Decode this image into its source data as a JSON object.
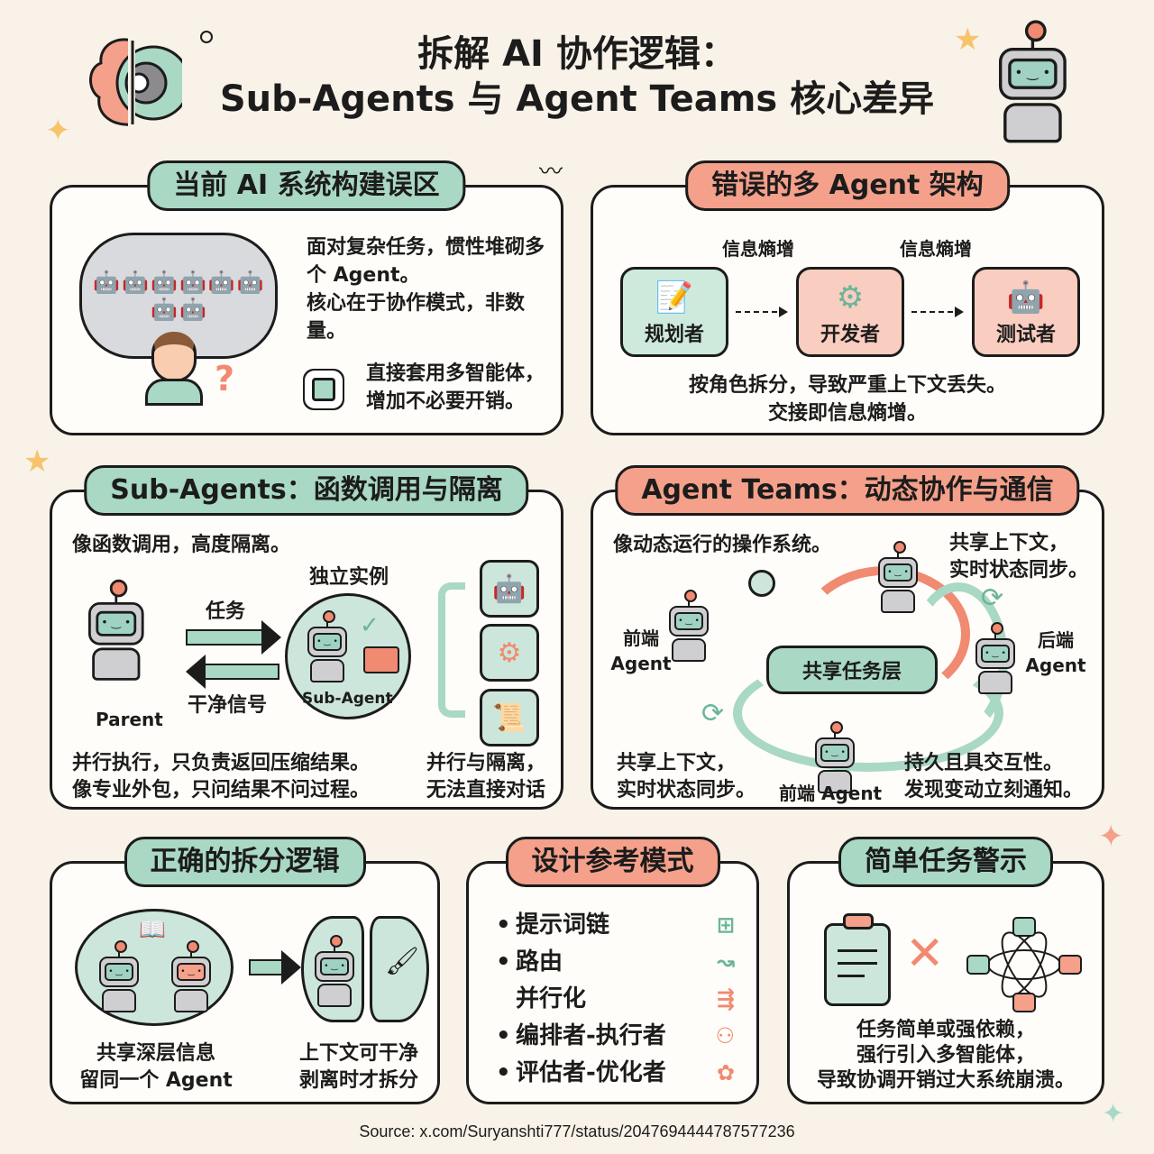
{
  "header": {
    "title_line1": "拆解 AI 协作逻辑：",
    "title_line2": "Sub-Agents 与 Agent Teams 核心差异"
  },
  "decorations": {
    "top_left_icon": "brain-gear-icon",
    "top_right_icon": "robot-icon",
    "colors": {
      "background": "#f8f2e8",
      "green": "#a9d8c4",
      "red": "#f4a08a",
      "star": "#f7c46c"
    }
  },
  "panel_misconception": {
    "title": "当前 AI 系统构建误区",
    "text1": "面对复杂任务，惯性堆砌多个 Agent。",
    "text2": "核心在于协作模式，非数量。",
    "text3": "直接套用多智能体，增加不必要开销。",
    "icon": "chip-icon"
  },
  "panel_wrong_arch": {
    "title": "错误的多 Agent 架构",
    "roles": [
      {
        "label": "规划者",
        "icon": "clipboard-pencil-icon"
      },
      {
        "label": "开发者",
        "icon": "gear-icon"
      },
      {
        "label": "测试者",
        "icon": "robot-icon"
      }
    ],
    "cloud_label": "信息熵增",
    "caption_line1": "按角色拆分，导致严重上下文丢失。",
    "caption_line2": "交接即信息熵增。"
  },
  "panel_subagents": {
    "title": "Sub-Agents：函数调用与隔离",
    "intro": "像函数调用，高度隔离。",
    "parent_label": "Parent",
    "task_label": "任务",
    "signal_label": "干净信号",
    "instance_label": "独立实例",
    "subagent_label": "Sub-Agent",
    "side_icons": [
      "robot-icon",
      "gear-icon",
      "scroll-icon"
    ],
    "caption_left_line1": "并行执行，只负责返回压缩结果。",
    "caption_left_line2": "像专业外包，只问结果不问过程。",
    "caption_right_line1": "并行与隔离，",
    "caption_right_line2": "无法直接对话"
  },
  "panel_teams": {
    "title": "Agent Teams：动态协作与通信",
    "intro": "像动态运行的操作系统。",
    "top_right_line1": "共享上下文，",
    "top_right_line2": "实时状态同步。",
    "layer_label": "共享任务层",
    "left_agent_line1": "前端",
    "left_agent_line2": "Agent",
    "right_agent_line1": "后端",
    "right_agent_line2": "Agent",
    "bottom_agent": "前端 Agent",
    "bottom_left_line1": "共享上下文，",
    "bottom_left_line2": "实时状态同步。",
    "bottom_right_line1": "持久且具交互性。",
    "bottom_right_line2": "发现变动立刻通知。"
  },
  "panel_split_logic": {
    "title": "正确的拆分逻辑",
    "left_line1": "共享深层信息",
    "left_line2": "留同一个 Agent",
    "right_line1": "上下文可干净",
    "right_line2": "剥离时才拆分"
  },
  "panel_patterns": {
    "title": "设计参考模式",
    "items": [
      {
        "label": "提示词链",
        "bullet": true,
        "icon": "hierarchy-icon"
      },
      {
        "label": "路由",
        "bullet": true,
        "icon": "route-icon"
      },
      {
        "label": "并行化",
        "bullet": false,
        "icon": "parallel-arrows-icon"
      },
      {
        "label": "编排者-执行者",
        "bullet": true,
        "icon": "people-network-icon"
      },
      {
        "label": "评估者-优化者",
        "bullet": true,
        "icon": "hand-leaf-icon"
      }
    ]
  },
  "panel_warning": {
    "title": "简单任务警示",
    "line1": "任务简单或强依赖，",
    "line2": "强行引入多智能体，",
    "line3": "导致协调开销过大系统崩溃。"
  },
  "footer": {
    "source": "Source: x.com/Suryanshti777/status/2047694444787577236"
  }
}
